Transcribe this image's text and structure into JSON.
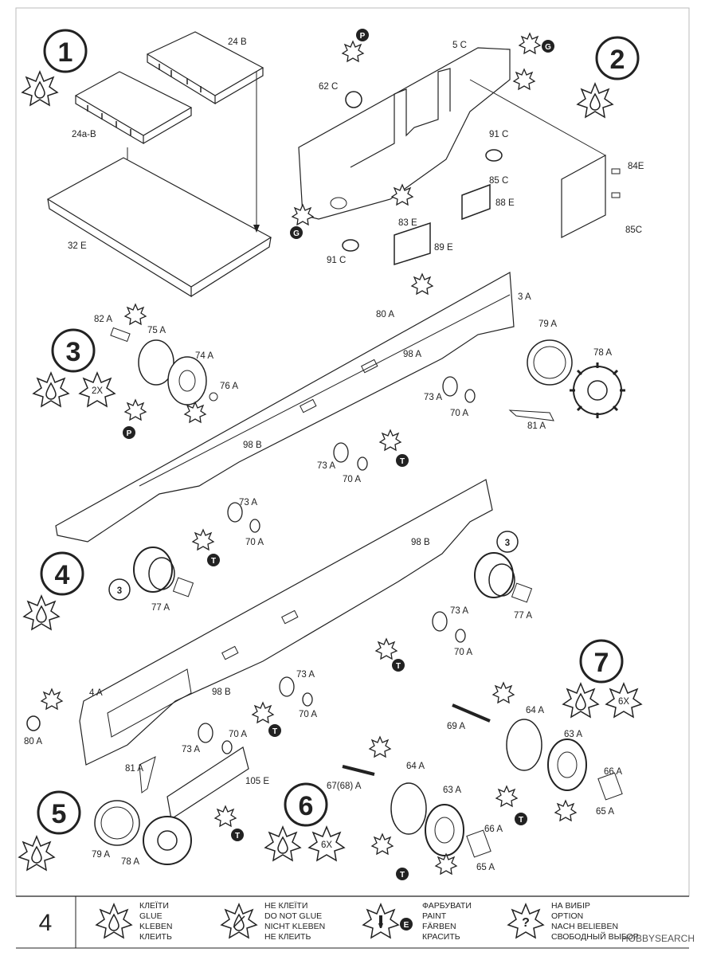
{
  "page_number": "4",
  "steps": [
    "1",
    "2",
    "3",
    "4",
    "5",
    "6",
    "7"
  ],
  "multipliers": {
    "step3": "2X",
    "step6": "6X",
    "step7": "6X"
  },
  "repeat_marks": {
    "a": "3",
    "b": "3"
  },
  "symbol_letters": {
    "paint": "P",
    "glue": "G",
    "optional": "T",
    "paint_legend": "E"
  },
  "parts": {
    "p24b": "24 B",
    "p24ab": "24a-B",
    "p32e": "32 E",
    "p5c": "5 C",
    "p62c": "62 C",
    "p91c_a": "91 C",
    "p85c_a": "85 C",
    "p84e": "84E",
    "p85c_b": "85C",
    "p83e": "83 E",
    "p88e": "88 E",
    "p89e": "89 E",
    "p91c_b": "91 C",
    "p3a": "3 A",
    "p80a_a": "80 A",
    "p82a": "82 A",
    "p75a": "75 A",
    "p74a": "74 A",
    "p76a": "76 A",
    "p79a_a": "79 A",
    "p78a_a": "78 A",
    "p98a": "98 A",
    "p73a_1": "73 A",
    "p70a_1": "70 A",
    "p81a_a": "81 A",
    "p98b_1": "98 B",
    "p73a_2": "73 A",
    "p70a_2": "70 A",
    "p73a_3": "73 A",
    "p70a_3": "70 A",
    "p77a_a": "77 A",
    "p98b_2": "98 B",
    "p77a_b": "77 A",
    "p73a_4": "73 A",
    "p70a_4": "70 A",
    "p4a": "4 A",
    "p98b_3": "98 B",
    "p73a_5": "73 A",
    "p70a_5": "70 A",
    "p70a_6": "70 A",
    "p73a_6": "73 A",
    "p80a_b": "80 A",
    "p81a_b": "81 A",
    "p105e": "105 E",
    "p79a_b": "79 A",
    "p78a_b": "78 A",
    "p64a_a": "64 A",
    "p63a_a": "63 A",
    "p69a": "69 A",
    "p66a_a": "66 A",
    "p65a_a": "65 A",
    "p6768a": "67(68) A",
    "p64a_b": "64 A",
    "p63a_b": "63 A",
    "p66a_b": "66 A",
    "p65a_b": "65 A"
  },
  "legend": {
    "glue": [
      "КЛЕЇТИ",
      "GLUE",
      "KLEBEN",
      "КЛЕИТЬ"
    ],
    "no_glue": [
      "НЕ КЛЕЇТИ",
      "DO NOT GLUE",
      "NICHT KLEBEN",
      "НЕ КЛЕИТЬ"
    ],
    "paint": [
      "ФАРБУВАТИ",
      "PAINT",
      "FÄRBEN",
      "КРАСИТЬ"
    ],
    "option": [
      "НА ВИБІР",
      "OPTION",
      "NACH BELIEBEN",
      "СВОБОДНЫЙ ВЫБОР"
    ]
  },
  "watermark": "HOBBYSEARCH"
}
